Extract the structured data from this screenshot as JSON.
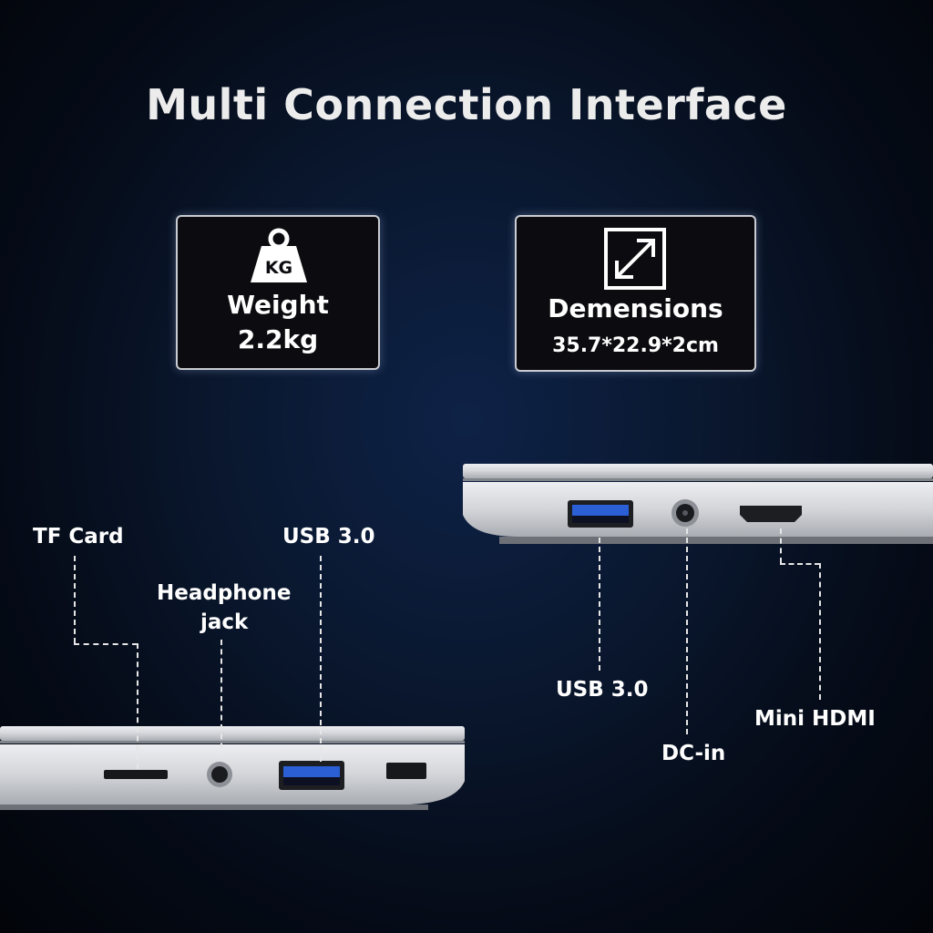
{
  "title": "Multi Connection Interface",
  "weight_card": {
    "icon": "kg-weight-icon",
    "icon_text": "KG",
    "label": "Weight",
    "value": "2.2kg"
  },
  "dimensions_card": {
    "icon": "expand-diagonal-icon",
    "label": "Demensions",
    "value": "35.7*22.9*2cm"
  },
  "left_ports": {
    "tf_card": "TF Card",
    "headphone_line1": "Headphone",
    "headphone_line2": "jack",
    "usb": "USB 3.0"
  },
  "right_ports": {
    "usb": "USB 3.0",
    "dc_in": "DC-in",
    "mini_hdmi": "Mini HDMI"
  },
  "colors": {
    "usb_blue": "#2a5fd6",
    "laptop_silver": "#d6d8dc"
  }
}
